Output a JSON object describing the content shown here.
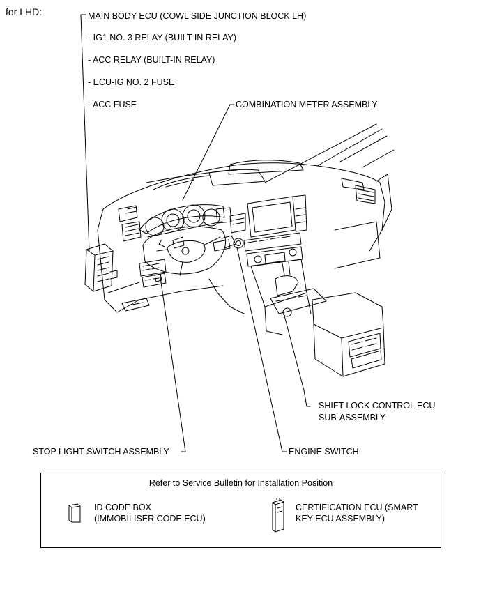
{
  "heading": "for LHD:",
  "labels": {
    "main_body_ecu": "MAIN BODY ECU (COWL SIDE JUNCTION BLOCK LH)",
    "ig1_relay": "- IG1 NO. 3 RELAY (BUILT-IN RELAY)",
    "acc_relay": "- ACC RELAY (BUILT-IN RELAY)",
    "ecu_ig_fuse": "- ECU-IG NO. 2 FUSE",
    "acc_fuse": "- ACC FUSE",
    "combination_meter": "COMBINATION METER ASSEMBLY",
    "shift_lock_line1": "SHIFT LOCK CONTROL ECU",
    "shift_lock_line2": "SUB-ASSEMBLY",
    "stop_light_switch": "STOP LIGHT SWITCH ASSEMBLY",
    "engine_switch": "ENGINE SWITCH"
  },
  "legend_box": {
    "title": "Refer to Service Bulletin for Installation Position",
    "id_code_line1": "ID CODE BOX",
    "id_code_line2": "(IMMOBILISER CODE ECU)",
    "cert_line1": "CERTIFICATION ECU (SMART",
    "cert_line2": "KEY ECU ASSEMBLY)",
    "id_code_icon": "id-code-box-icon",
    "cert_icon": "certification-ecu-icon"
  }
}
